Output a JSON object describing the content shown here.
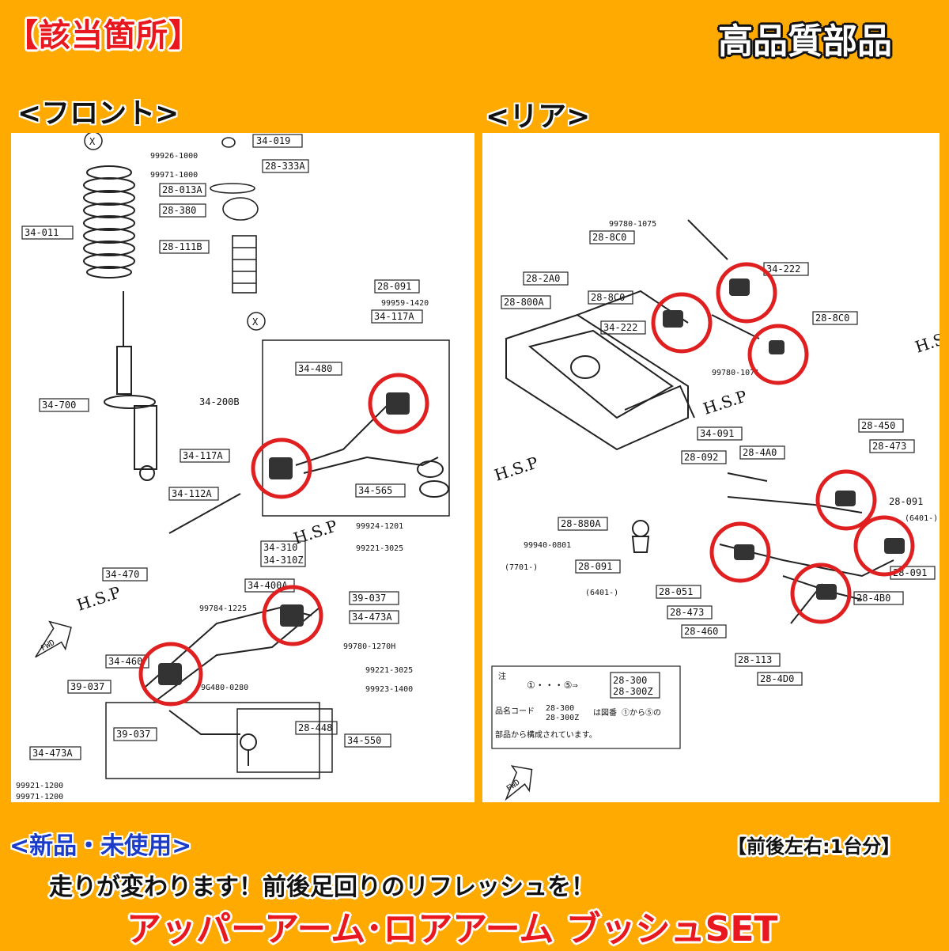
{
  "header": {
    "left_tag": "【該当箇所】",
    "right_tag": "高品質部品"
  },
  "front": {
    "heading": "<フロント>",
    "labels": {
      "l1": "34-019",
      "l2": "99926-1000",
      "l3": "99971-1000",
      "l4": "28-333A",
      "l5": "28-013A",
      "l6": "28-380",
      "l7": "34-011",
      "l8": "28-111B",
      "l9": "28-091",
      "l10": "99959-1420",
      "l11": "34-117A",
      "l12": "34-480",
      "l13": "34-200B",
      "l14": "34-700",
      "l15": "34-117A",
      "l16": "34-565",
      "l17": "34-112A",
      "l18": "99924-1201",
      "l19": "99221-3025",
      "l20": "34-310",
      "l21": "34-310Z",
      "l22": "34-470",
      "l23": "34-400A",
      "l24": "39-037",
      "l25": "34-473A",
      "l26": "99784-1225",
      "l27": "99780-1270H",
      "l28": "34-460",
      "l29": "99221-3025",
      "l30": "9G480-0280",
      "l31": "99923-1400",
      "l32": "39-037",
      "l33": "28-448",
      "l34": "39-037",
      "l35": "34-550",
      "l36": "34-473A",
      "l37": "99921-1200",
      "l38": "99971-1200",
      "fwd": "FWD",
      "mark_x": "X"
    }
  },
  "rear": {
    "heading": "<リア>",
    "labels": {
      "r1": "99780-1075",
      "r2": "28-8C0",
      "r3": "34-222",
      "r4": "28-2A0",
      "r5": "28-800A",
      "r6": "28-8C0",
      "r7": "34-222",
      "r8": "28-8C0",
      "r9": "99780-1071",
      "r10": "34-091",
      "r11": "28-092",
      "r12": "28-4A0",
      "r13": "28-450",
      "r14": "28-473",
      "r15": "28-091",
      "r16": "28-880A",
      "r17": "99940-0801",
      "r18": "28-091",
      "r19": "28-051",
      "r20": "28-473",
      "r21": "28-460",
      "r22": "28-091",
      "r23": "28-4B0",
      "r24": "28-113",
      "r25": "28-4D0",
      "r26": "28-300",
      "r27": "28-300Z",
      "r28": "(7701-)",
      "r29": "(6401-)",
      "r30": "(6401-)",
      "note_head": "注",
      "note_eq": "①・・・⑤⇒",
      "note_code": "品名コード",
      "note_code2": "28-300",
      "note_code3": "28-300Z",
      "note_body": "は図番 ①から⑤の",
      "note_body2": "部品から構成されています。",
      "fwd": "FWD"
    }
  },
  "watermark": "H.S.P",
  "footer": {
    "badge": "<新品・未使用>",
    "scope": "【前後左右:1台分】",
    "tagline": "走りが変わります！前後足回りのリフレッシュを！",
    "product": "アッパーアーム･ロアアーム ブッシュSET"
  },
  "colors": {
    "background": "#FFAA00",
    "accent_red": "#E8181E",
    "highlight_circle": "#E02020",
    "badge_blue": "#1A3CC8"
  }
}
